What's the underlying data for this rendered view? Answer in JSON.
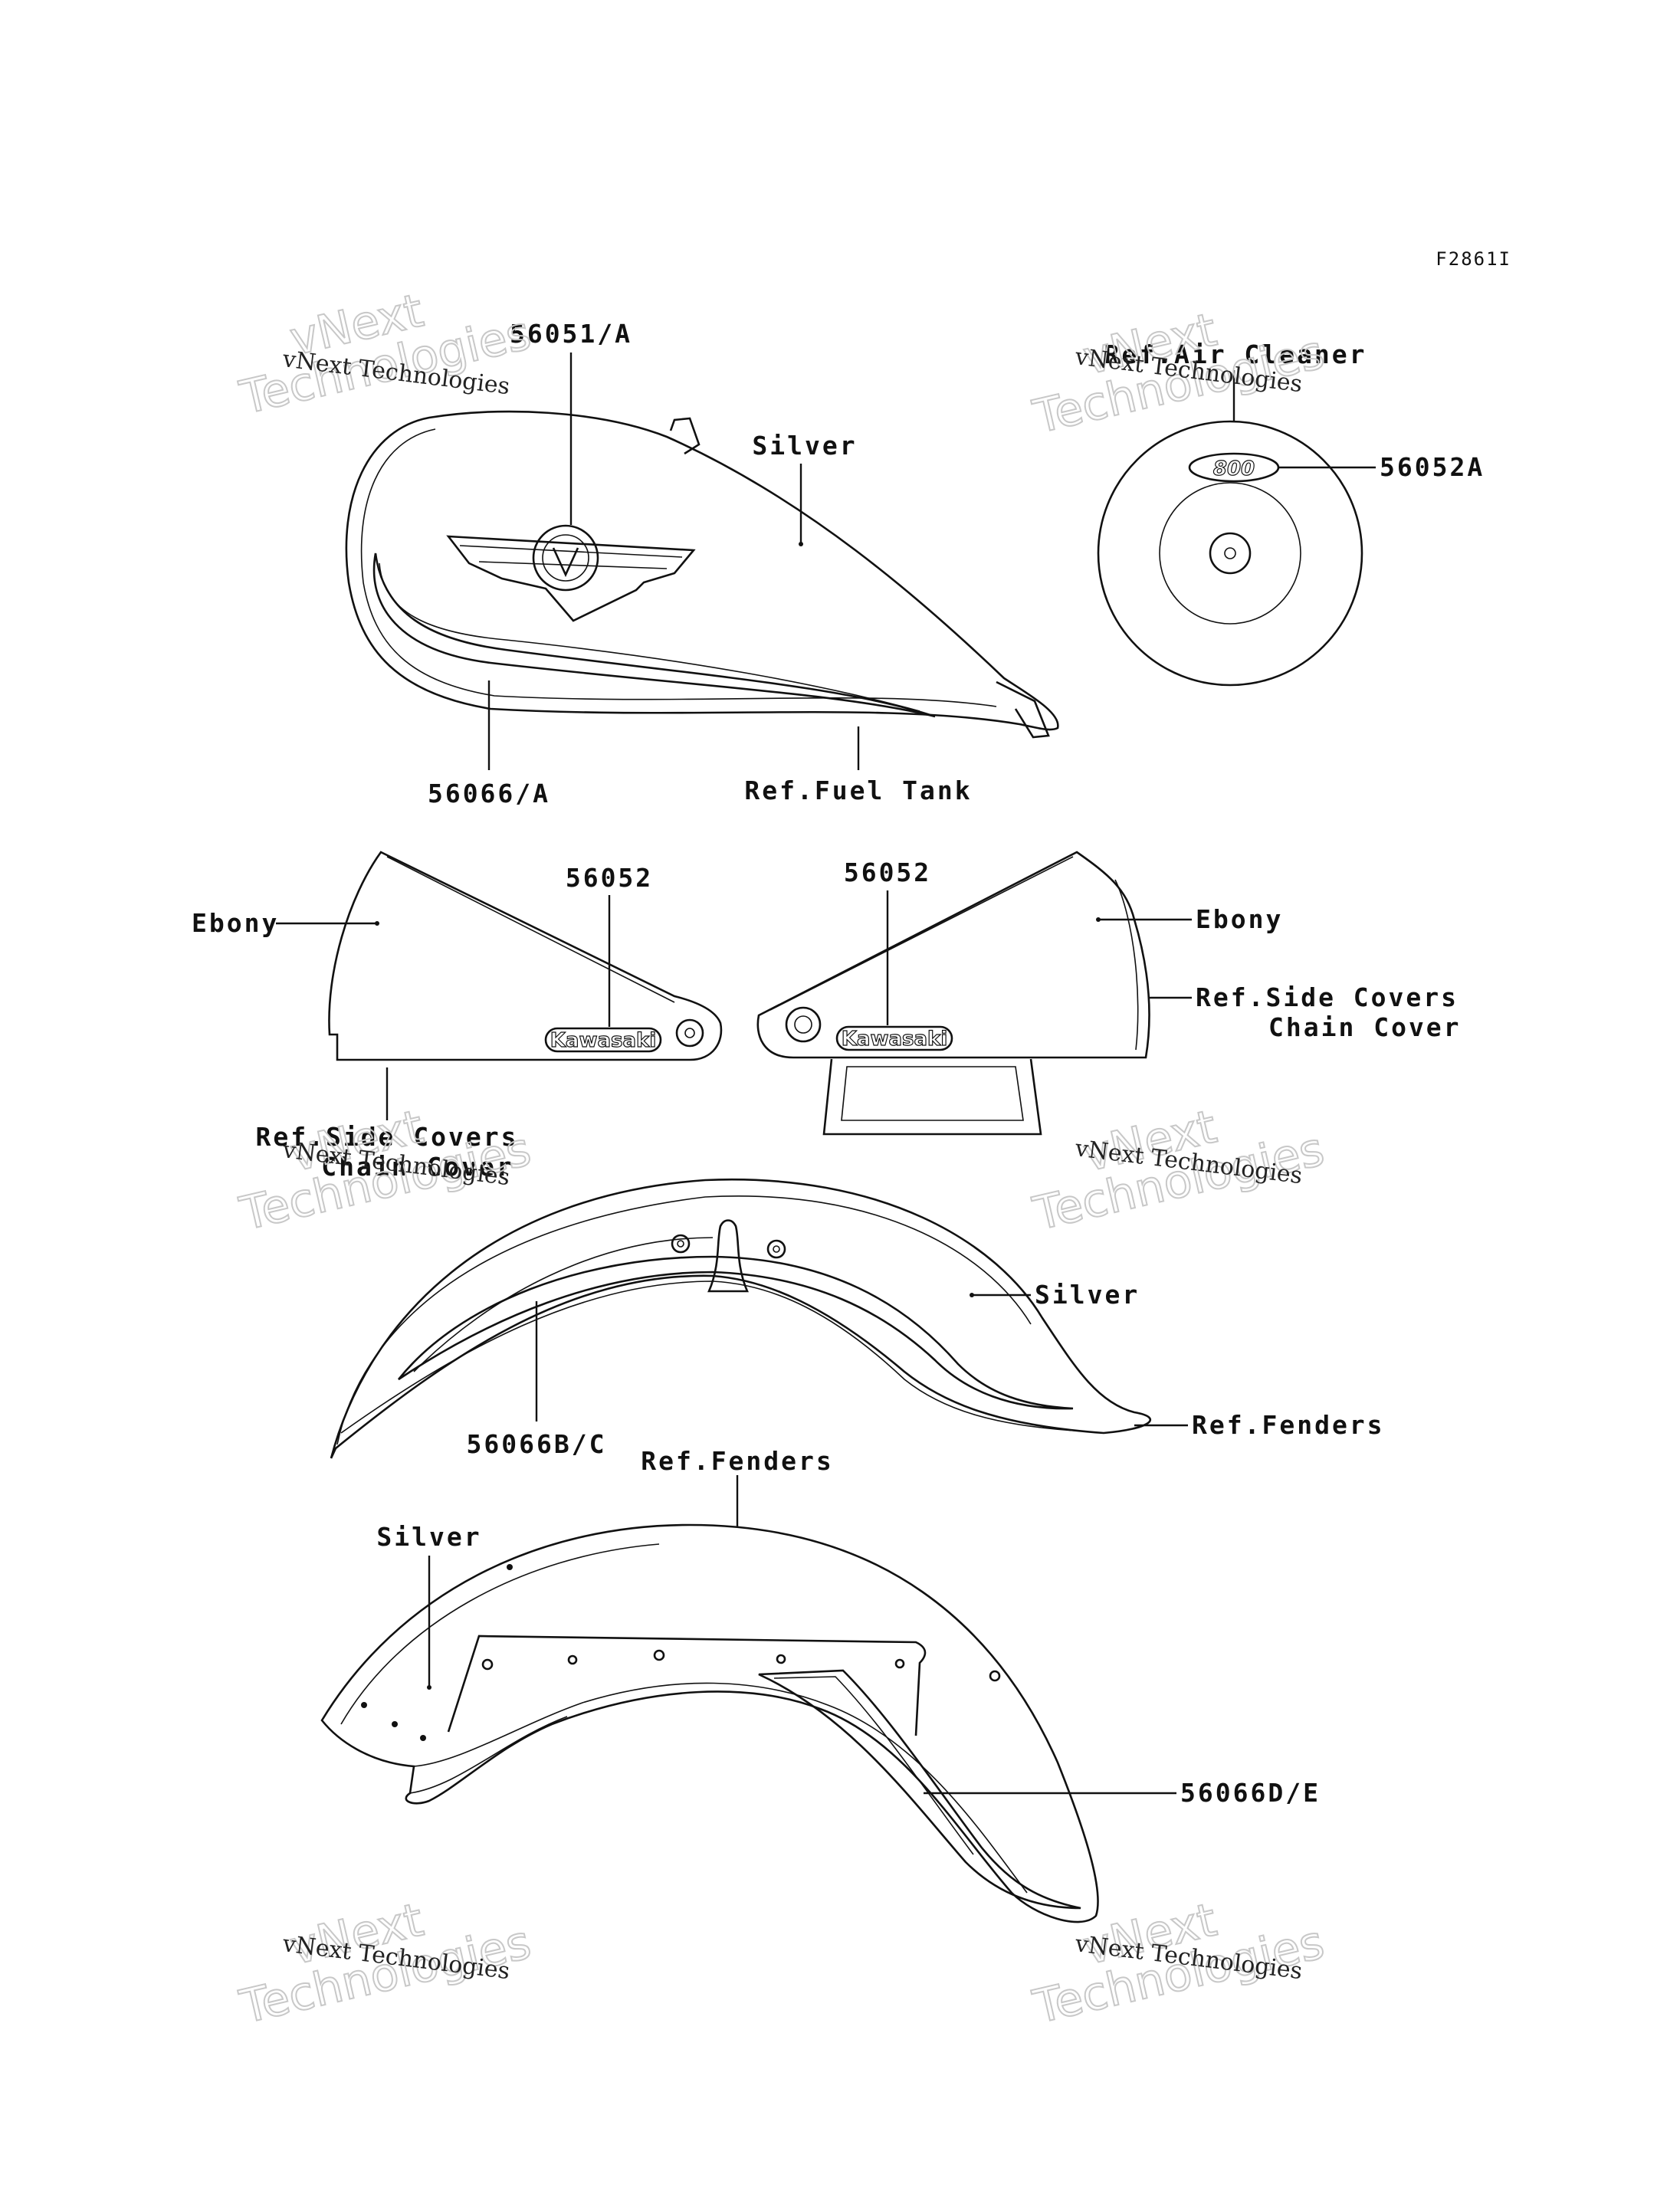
{
  "figure_code": "F2861I",
  "labels": {
    "tank_emblem": "56051/A",
    "tank_silver": "Silver",
    "tank_stripe": "56066/A",
    "ref_fuel_tank": "Ref.Fuel Tank",
    "ref_air_cleaner": "Ref.Air Cleaner",
    "air_cleaner_decal": "56052A",
    "left_cover_part": "56052",
    "left_cover_color": "Ebony",
    "left_ref_line1": "Ref.Side Covers",
    "left_ref_line2": "Chain Cover",
    "right_cover_part": "56052",
    "right_cover_color": "Ebony",
    "right_ref_line1": "Ref.Side Covers",
    "right_ref_line2": "Chain Cover",
    "front_fender_color": "Silver",
    "front_fender_stripe": "56066B/C",
    "front_ref_fenders": "Ref.Fenders",
    "rear_ref_fenders": "Ref.Fenders",
    "rear_fender_color": "Silver",
    "rear_fender_stripe": "56066D/E"
  },
  "decals": {
    "brand_logo": "Kawasaki",
    "air_cleaner_badge": "800"
  },
  "watermark": {
    "brand": "vNext",
    "word": "Technologies",
    "full": "vNext Technologies"
  }
}
